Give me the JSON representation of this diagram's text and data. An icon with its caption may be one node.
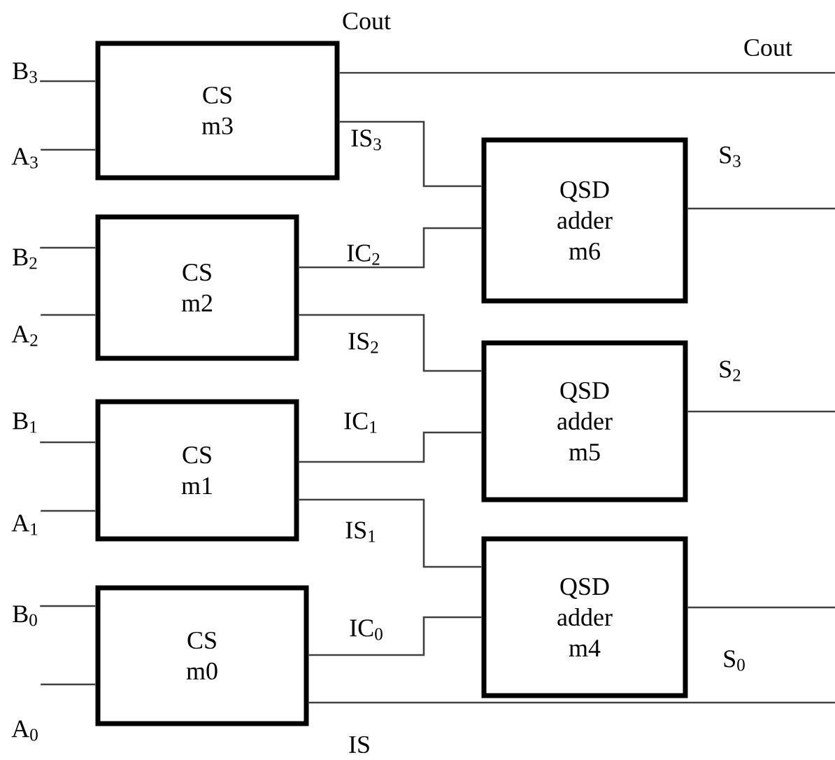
{
  "diagram": {
    "nodes": [
      {
        "text": [
          "CS m3"
        ]
      },
      {
        "text": [
          "CS m2"
        ]
      },
      {
        "text": [
          "CS m1"
        ]
      },
      {
        "text": [
          "CS m0"
        ]
      },
      {
        "text": [
          "QSD adder m6"
        ]
      },
      {
        "text": [
          "QSD adder m5"
        ]
      },
      {
        "text": [
          "QSD adder m4"
        ]
      },
      {
        "text": [
          "B$_{3}$"
        ]
      },
      {
        "text": [
          "A$_{3}$"
        ]
      },
      {
        "text": [
          "B$_{2}$"
        ]
      },
      {
        "text": [
          "A$_{2}$"
        ]
      },
      {
        "text": [
          "B$_{1}$"
        ]
      },
      {
        "text": [
          "A$_{1}$"
        ]
      },
      {
        "text": [
          "B$_{0}$"
        ]
      },
      {
        "text": [
          "A$_{0}$"
        ]
      }
    ],
    "edges": [
      {
        "from": 0,
        "to": null,
        "arrow": "none"
      },
      {
        "from": 7,
        "to": 0,
        "arrow": "none"
      },
      {
        "from": 8,
        "to": 0,
        "arrow": "none"
      },
      {
        "from": 0,
        "to": 4,
        "arrow": "none"
      },
      {
        "from": 1,
        "to": 4,
        "arrow": "none"
      },
      {
        "from": 4,
        "to": null,
        "arrow": "none"
      },
      {
        "from": 9,
        "to": 1,
        "arrow": "none"
      },
      {
        "from": 10,
        "to": 1,
        "arrow": "none"
      },
      {
        "from": 1,
        "to": 5,
        "arrow": "none"
      },
      {
        "from": 2,
        "to": 5,
        "arrow": "none"
      },
      {
        "from": 5,
        "to": null,
        "arrow": "none"
      },
      {
        "from": 11,
        "to": 2,
        "arrow": "none"
      },
      {
        "from": 12,
        "to": 2,
        "arrow": "none"
      },
      {
        "from": 2,
        "to": 6,
        "arrow": "none"
      },
      {
        "from": 3,
        "to": 6,
        "arrow": "none"
      },
      {
        "from": 6,
        "to": null,
        "arrow": "none"
      },
      {
        "from": 13,
        "to": 3,
        "arrow": "none"
      },
      {
        "from": 14,
        "to": 3,
        "arrow": "none"
      },
      {
        "from": 3,
        "to": null,
        "arrow": "none"
      }
    ],
    "labels": [
      "Cout",
      "Cout",
      "IS$_{3}$",
      "S$_{3}$",
      "IC$_{2}$",
      "IS$_{2}$",
      "S$_{2}$",
      "IC$_{1}$",
      "IS$_{1}$",
      "IC$_{0}$",
      "S$_{0}$",
      "IS"
    ]
  }
}
